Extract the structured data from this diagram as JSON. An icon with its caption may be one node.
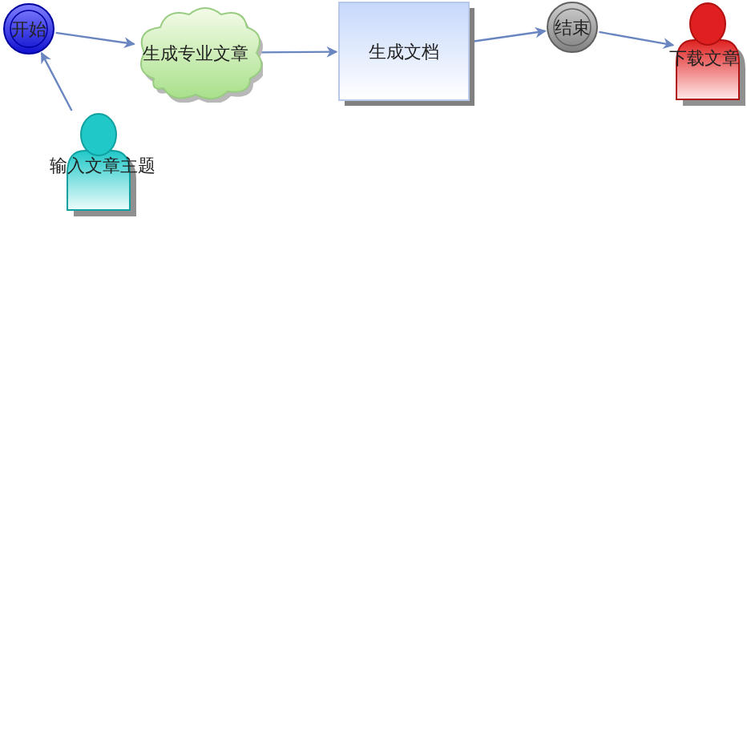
{
  "diagram": {
    "nodes": [
      {
        "text": [
          "开始"
        ]
      },
      {
        "text": [
          "生成专业文章"
        ]
      },
      {
        "text": [
          "生成文档"
        ]
      },
      {
        "text": [
          "结束"
        ]
      },
      {
        "text": [
          "下载文章"
        ]
      },
      {
        "text": [
          "输入文章主题"
        ]
      }
    ],
    "edges": [
      {
        "from": 5,
        "to": 0,
        "arrow": "to"
      },
      {
        "from": 0,
        "to": 1,
        "arrow": "to"
      },
      {
        "from": 1,
        "to": 2,
        "arrow": "to"
      },
      {
        "from": 2,
        "to": 3,
        "arrow": "to"
      },
      {
        "from": 3,
        "to": 4,
        "arrow": "to"
      }
    ]
  }
}
